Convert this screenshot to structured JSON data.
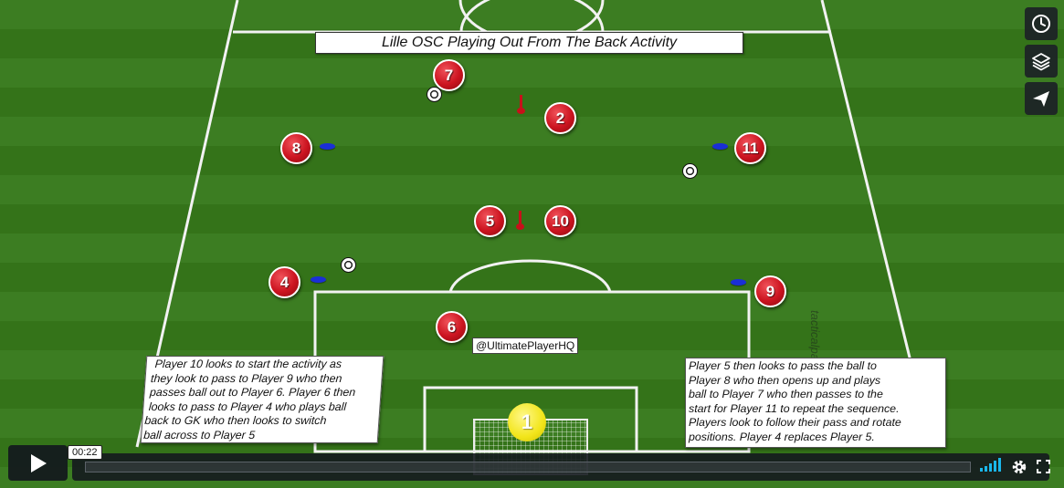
{
  "diagram": {
    "title": "Lille OSC Playing Out From The Back Activity",
    "players": [
      {
        "number": "7"
      },
      {
        "number": "2"
      },
      {
        "number": "8"
      },
      {
        "number": "11"
      },
      {
        "number": "5"
      },
      {
        "number": "10"
      },
      {
        "number": "4"
      },
      {
        "number": "9"
      },
      {
        "number": "6"
      }
    ],
    "goalkeeper": {
      "number": "1"
    },
    "handle": "@UltimatePlayerHQ",
    "note_left": "  Player 10 looks to start the activity as\n they look to pass to Player 9 who then\n passes ball out to Player 6. Player 6 then\n looks to pass to Player 4 who plays ball\nback to GK who then looks to switch\nball across to Player 5",
    "note_right": "Player 5 then looks to pass the ball to\nPlayer 8 who then opens up and plays\nball to Player 7 who then passes to the\nstart for Player 11 to repeat the sequence.\nPlayers look to follow their pass and rotate\npositions. Player 4 replaces Player 5.",
    "watermark": "tacticalpad.com"
  },
  "side_controls": {
    "icons": [
      "clock-icon",
      "layers-icon",
      "send-icon"
    ]
  },
  "player_controls": {
    "time_tooltip": "00:22",
    "progress_fraction": 0.0,
    "icons": [
      "play-icon",
      "volume-icon",
      "settings-icon",
      "fullscreen-icon"
    ]
  },
  "colors": {
    "player": "#cc1420",
    "goalkeeper": "#f2e51a",
    "cone": "#1a2fd6",
    "controls_bg": "#1c2226"
  }
}
